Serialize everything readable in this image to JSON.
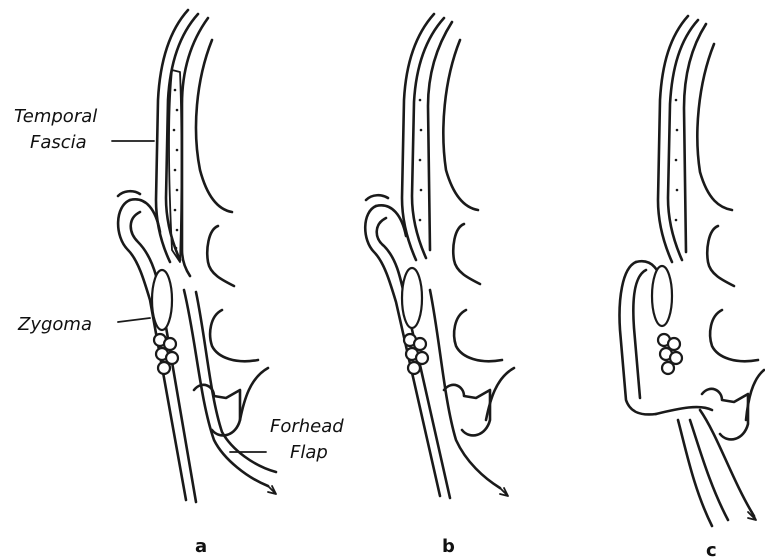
{
  "labels": {
    "temporal_fascia_line1": "Temporal",
    "temporal_fascia_line2": "Fascia",
    "zygoma": "Zygoma",
    "forehead_flap_line1": "Forhead",
    "forehead_flap_line2": "Flap"
  },
  "panels": [
    {
      "id": "a",
      "caption": "a"
    },
    {
      "id": "b",
      "caption": "b"
    },
    {
      "id": "c",
      "caption": "c"
    }
  ],
  "colors": {
    "ink": "#1a1a1a",
    "paper": "#ffffff"
  }
}
